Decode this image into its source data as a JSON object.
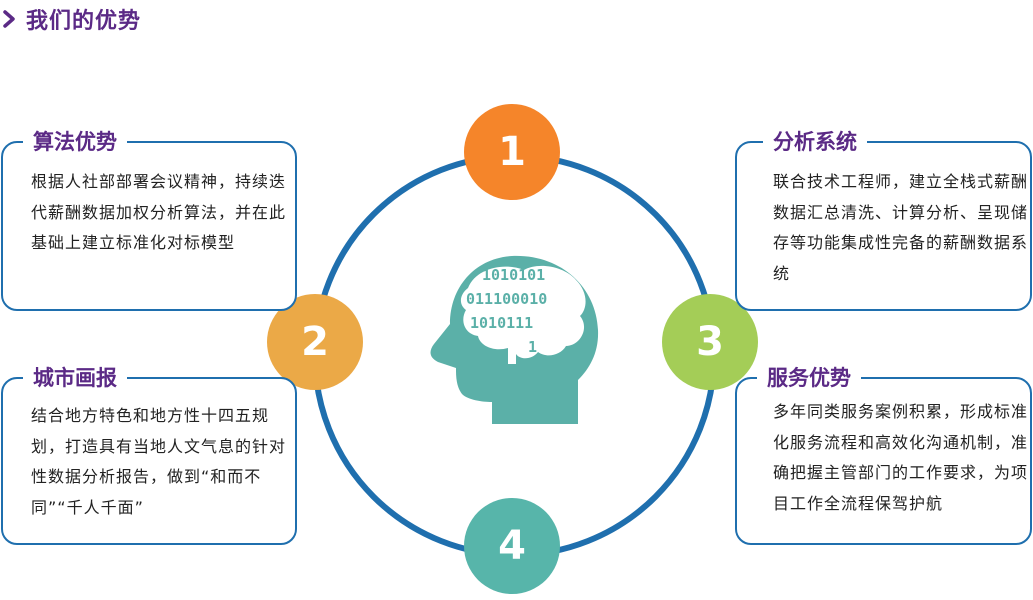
{
  "header": {
    "title": "我们的优势"
  },
  "steps": [
    "1",
    "2",
    "3",
    "4"
  ],
  "colors": {
    "step1": "#f5852a",
    "step2": "#eba947",
    "step3": "#a4cd57",
    "step4": "#57b5aa",
    "ring": "#1f6fae",
    "title": "#5b2a86",
    "head": "#5bb0a8"
  },
  "icons": {
    "header": "chevron-right-icon",
    "center": "brain-head-icon"
  },
  "center": {
    "binary": [
      "1010101",
      "011100010",
      "1010111",
      "1"
    ]
  },
  "boxes": [
    {
      "title": "算法优势",
      "text": "根据人社部部署会议精神，持续迭代薪酬数据加权分析算法，并在此基础上建立标准化对标模型"
    },
    {
      "title": "城市画报",
      "text": "结合地方特色和地方性十四五规划，打造具有当地人文气息的针对性数据分析报告，做到“和而不同”“千人千面”"
    },
    {
      "title": "分析系统",
      "text": "联合技术工程师，建立全栈式薪酬数据汇总清洗、计算分析、呈现储存等功能集成性完备的薪酬数据系统"
    },
    {
      "title": "服务优势",
      "text": "多年同类服务案例积累，形成标准化服务流程和高效化沟通机制，准确把握主管部门的工作要求，为项目工作全流程保驾护航"
    }
  ]
}
